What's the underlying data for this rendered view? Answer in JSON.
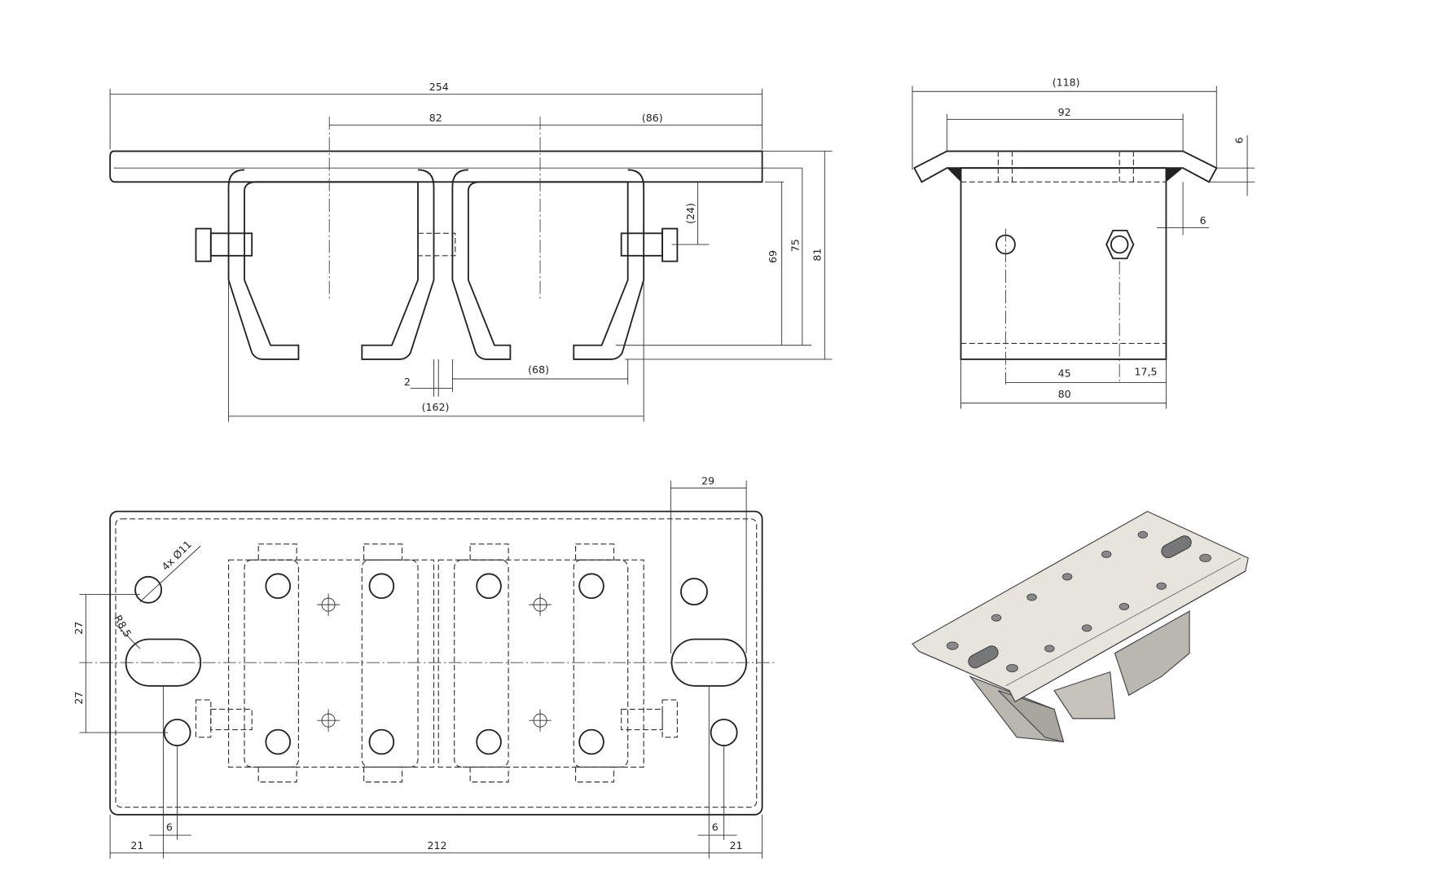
{
  "front_view": {
    "dims": {
      "overall_length": "254",
      "center_spacing": "82",
      "center_to_end": "(86)",
      "bolt_height": "(24)",
      "inner_height": "69",
      "mid_height": "75",
      "overall_height": "81",
      "gap": "2",
      "flange_span": "(68)",
      "bracket_span": "(162)"
    }
  },
  "side_view": {
    "dims": {
      "overall_width": "(118)",
      "plate_width": "92",
      "flange_height": "6",
      "offset": "6",
      "hole_spacing": "45",
      "edge_to_bolt": "17,5",
      "body_width": "80"
    }
  },
  "top_view": {
    "dims": {
      "slot_length": "29",
      "holes_note": "4x Ø11",
      "slot_radius": "R8,5",
      "upper_offset": "27",
      "lower_offset": "27",
      "left_small": "6",
      "right_small": "6",
      "left_edge": "21",
      "hole_span": "212",
      "right_edge": "21"
    }
  },
  "iso_view": {
    "colors": {
      "plate": "#e6e4dc",
      "shade": "#b9b7b0"
    }
  }
}
